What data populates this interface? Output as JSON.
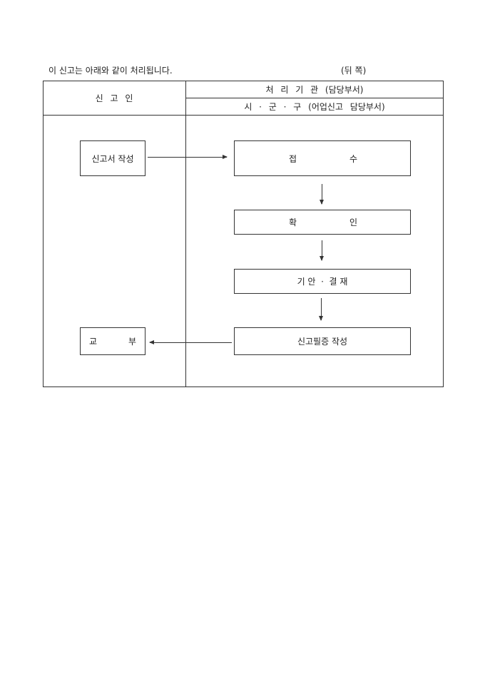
{
  "intro": "이 신고는 아래와 같이 처리됩니다.",
  "page_side": "(뒤 쪽)",
  "header": {
    "applicant": "신 고 인",
    "agency": "처 리 기 관 (담당부서)",
    "agency_sub": "시 · 군 · 구 (어업신고 담당부서)"
  },
  "flow": {
    "write_report": "신고서 작성",
    "receive": [
      "접",
      "수"
    ],
    "confirm": [
      "확",
      "인"
    ],
    "draft_approve": "기 안  ·  결 재",
    "certificate": "신고필증 작성",
    "issue": [
      "교",
      "부"
    ]
  }
}
